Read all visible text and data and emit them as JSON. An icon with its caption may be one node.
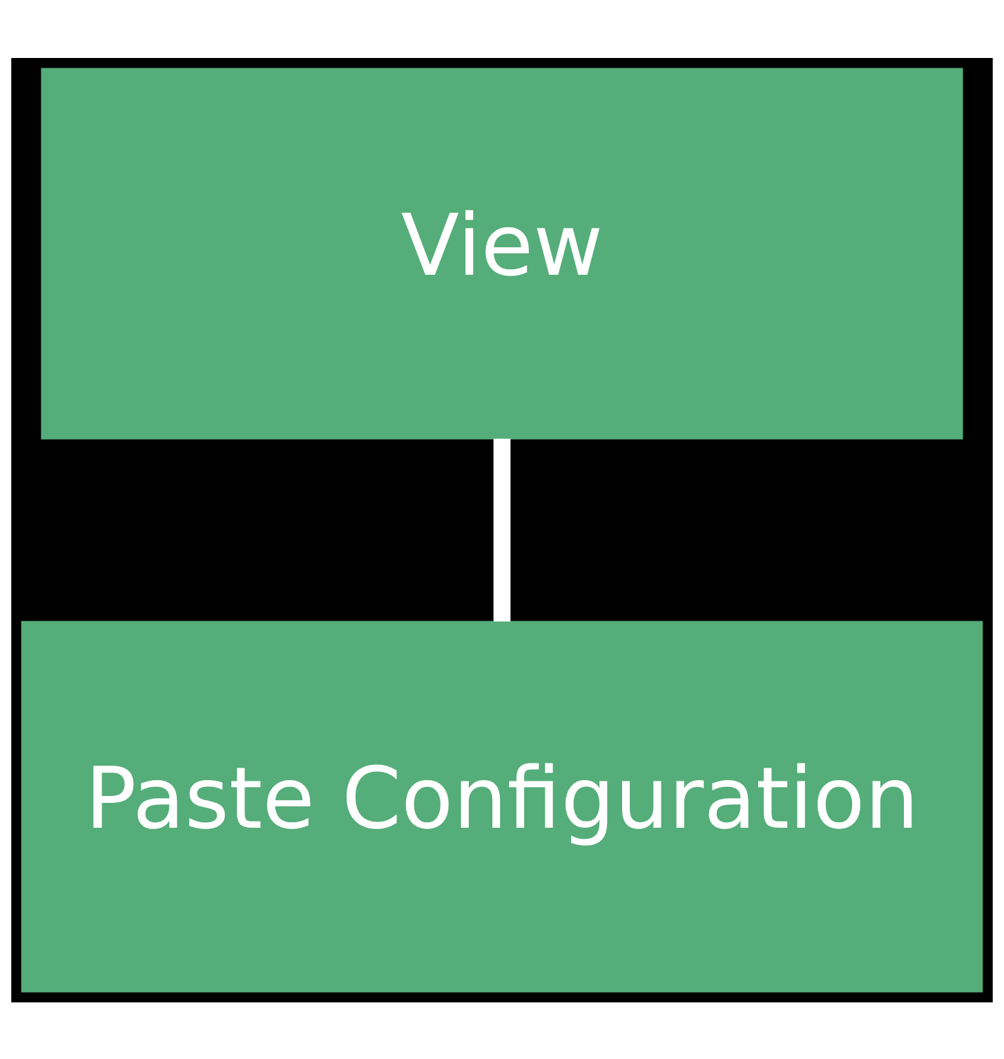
{
  "diagram": {
    "nodes": [
      {
        "text": [
          "View"
        ]
      },
      {
        "text": [
          "Paste Configuration"
        ]
      }
    ],
    "edges": [
      {
        "from": 0,
        "to": 1,
        "arrow": "none"
      }
    ]
  }
}
